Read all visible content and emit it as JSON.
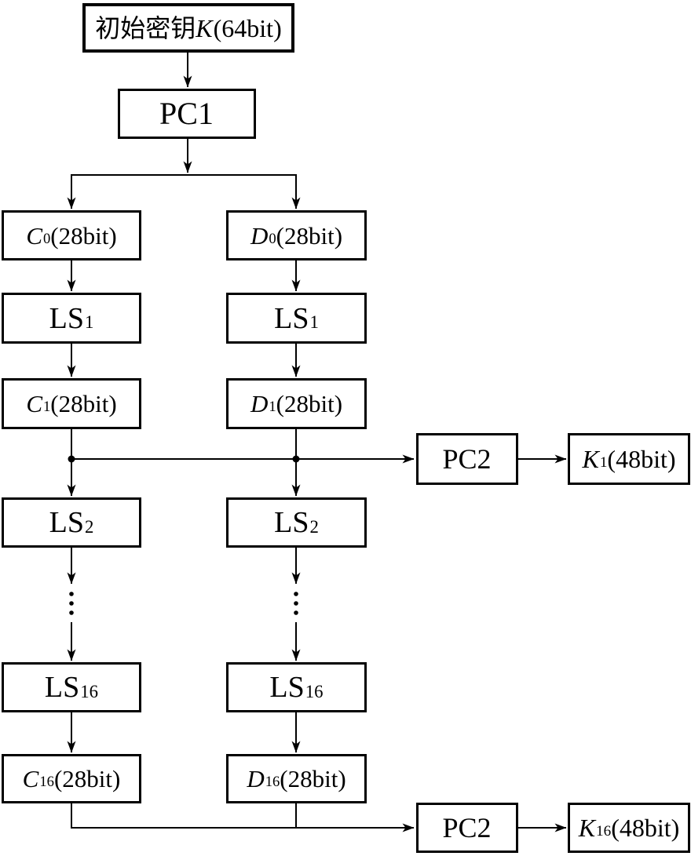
{
  "diagram": {
    "description": "DES key schedule flow diagram",
    "colors": {
      "line": "#000000",
      "background": "#ffffff",
      "text": "#000000"
    },
    "nodes": {
      "key": {
        "pre": "初始密钥",
        "it": "K",
        "sub": "",
        "post": "(64bit)"
      },
      "pc1": {
        "pre": "PC1",
        "it": "",
        "sub": "",
        "post": ""
      },
      "c0": {
        "pre": "",
        "it": "C",
        "sub": "0",
        "post": "(28bit)"
      },
      "d0": {
        "pre": "",
        "it": "D",
        "sub": "0",
        "post": "(28bit)"
      },
      "ls1a": {
        "pre": "LS",
        "it": "",
        "sub": "1",
        "post": ""
      },
      "ls1b": {
        "pre": "LS",
        "it": "",
        "sub": "1",
        "post": ""
      },
      "c1": {
        "pre": "",
        "it": "C",
        "sub": "1",
        "post": "(28bit)"
      },
      "d1": {
        "pre": "",
        "it": "D",
        "sub": "1",
        "post": "(28bit)"
      },
      "pc2a": {
        "pre": "PC2",
        "it": "",
        "sub": "",
        "post": ""
      },
      "k1": {
        "pre": "",
        "it": "K",
        "sub": "1",
        "post": "(48bit)"
      },
      "ls2a": {
        "pre": "LS",
        "it": "",
        "sub": "2",
        "post": ""
      },
      "ls2b": {
        "pre": "LS",
        "it": "",
        "sub": "2",
        "post": ""
      },
      "ls16a": {
        "pre": "LS",
        "it": "",
        "sub": "16",
        "post": ""
      },
      "ls16b": {
        "pre": "LS",
        "it": "",
        "sub": "16",
        "post": ""
      },
      "c16": {
        "pre": "",
        "it": "C",
        "sub": "16",
        "post": "(28bit)"
      },
      "d16": {
        "pre": "",
        "it": "D",
        "sub": "16",
        "post": "(28bit)"
      },
      "pc2b": {
        "pre": "PC2",
        "it": "",
        "sub": "",
        "post": ""
      },
      "k16": {
        "pre": "",
        "it": "K",
        "sub": "16",
        "post": "(48bit)"
      }
    }
  }
}
